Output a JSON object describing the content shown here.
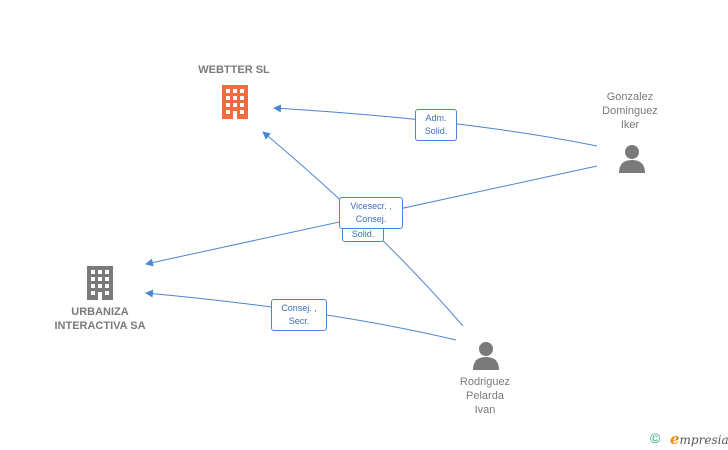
{
  "nodes": {
    "webtter": {
      "name": "WEBTTER SL",
      "color": "#f26a3d"
    },
    "urbaniza": {
      "name_line1": "URBANIZA",
      "name_line2": "INTERACTIVA SA",
      "color": "#7a7a7a"
    },
    "gonzalez": {
      "line1": "Gonzalez",
      "line2": "Dominguez",
      "line3": "Iker",
      "color": "#7a7a7a"
    },
    "rodriguez": {
      "line1": "Rodriguez",
      "line2": "Pelarda",
      "line3": "Ivan",
      "color": "#7a7a7a"
    }
  },
  "edges": {
    "adm": {
      "line1": "Adm.",
      "line2": "Solid."
    },
    "vicesecr": {
      "line1": "Vicesecr. ,",
      "line2": "Consej."
    },
    "solid": {
      "line1": "Solid."
    },
    "consej": {
      "line1": "Consej. ,",
      "line2": "Secr."
    }
  },
  "edge_color": "#4a86d4",
  "footer": {
    "copyright": "©",
    "brand_initial": "e",
    "brand_rest": "mpresia"
  }
}
